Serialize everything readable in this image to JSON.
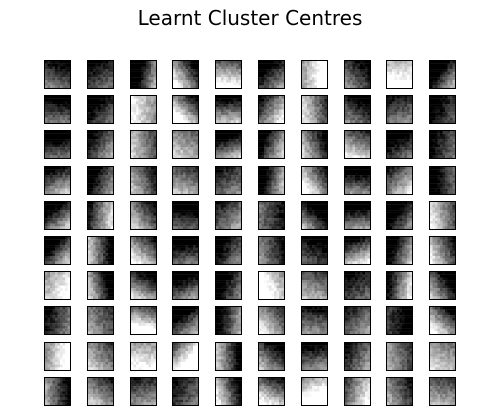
{
  "figure": {
    "title": "Learnt Cluster Centres"
  },
  "grid": {
    "rows": 10,
    "cols": 10,
    "colormap": "grayscale",
    "tile_border_color": "#000000",
    "row_shades": [
      [
        "#3a3a3a",
        "#2e2e2e",
        "#1f1f1f",
        "#7a7a7a",
        "#b8b8b8",
        "#2a2a2a",
        "#e8e8e8",
        "#3c3c3c",
        "#eeeeee",
        "#1c1c1c"
      ],
      [
        "#2b2b2b",
        "#1a1a1a",
        "#c9c9c9",
        "#9a9a9a",
        "#5a5a5a",
        "#7c7c7c",
        "#8e8e8e",
        "#2e2e2e",
        "#4a4a4a",
        "#181818"
      ],
      [
        "#151515",
        "#4a4a4a",
        "#8b8b8b",
        "#9c9c9c",
        "#3a3a3a",
        "#4b4b4b",
        "#5e5e5e",
        "#8f8f8f",
        "#171717",
        "#2c2c2c"
      ],
      [
        "#5a5a5a",
        "#2a2a2a",
        "#6a6a6a",
        "#7b7b7b",
        "#4b4b4b",
        "#3c3c3c",
        "#9a9a9a",
        "#2e2e2e",
        "#7e7e7e",
        "#1a1a1a"
      ],
      [
        "#3e3e3e",
        "#7a7a7a",
        "#6b6b6b",
        "#141414",
        "#5d5d5d",
        "#3f3f3f",
        "#1b1b1b",
        "#2d2d2d",
        "#111111",
        "#9d9d9d"
      ],
      [
        "#2f2f2f",
        "#5b5b5b",
        "#8c8c8c",
        "#1e1e1e",
        "#2a2a2a",
        "#4f4f4f",
        "#1d1d1d",
        "#6d6d6d",
        "#3b3b3b",
        "#7f7f7f"
      ],
      [
        "#d7d7d7",
        "#4a4a4a",
        "#5c5c5c",
        "#2b2b2b",
        "#1a1a1a",
        "#f0f0f0",
        "#7e7e7e",
        "#2f2f2f",
        "#6f6f6f",
        "#3e3e3e"
      ],
      [
        "#3c3c3c",
        "#6c6c6c",
        "#c6c6c6",
        "#2c2c2c",
        "#3d3d3d",
        "#8e8e8e",
        "#4f4f4f",
        "#5b5b5b",
        "#0f0f0f",
        "#7d7d7d"
      ],
      [
        "#d9d9d9",
        "#8a8a8a",
        "#d4d4d4",
        "#e6e6e6",
        "#5e5e5e",
        "#4d4d4d",
        "#3f3f3f",
        "#4e4e4e",
        "#6f6f6f",
        "#a9a9a9"
      ],
      [
        "#4d4d4d",
        "#7a7a7a",
        "#5b5b5b",
        "#3c3c3c",
        "#6d6d6d",
        "#8e8e8e",
        "#ffffff",
        "#9f9f9f",
        "#5d5d5d",
        "#7e7e7e"
      ]
    ]
  }
}
